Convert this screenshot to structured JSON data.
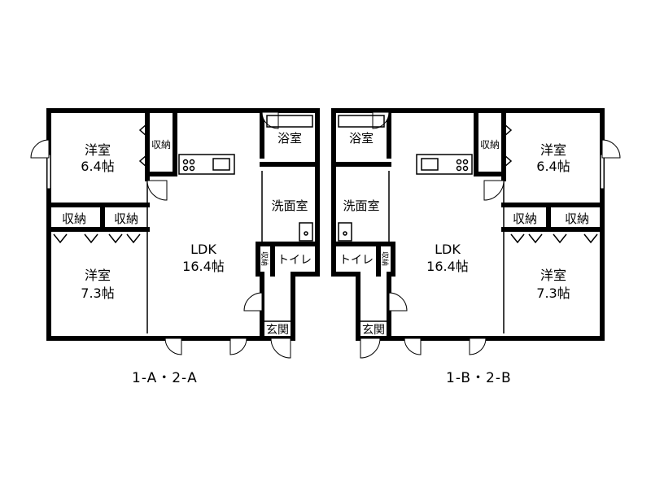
{
  "units": [
    {
      "caption": "1-A・2-A",
      "rooms": {
        "bed_top_name": "洋室",
        "bed_top_size": "6.4帖",
        "bed_bottom_name": "洋室",
        "bed_bottom_size": "7.3帖",
        "ldk_name": "LDK",
        "ldk_size": "16.4帖",
        "bath": "浴室",
        "washroom": "洗面室",
        "toilet": "トイレ",
        "entrance": "玄関",
        "closet_top": "収納",
        "closet_left": "収納",
        "closet_right": "収納",
        "closet_small": "収納"
      }
    },
    {
      "caption": "1-B・2-B",
      "rooms": {
        "bed_top_name": "洋室",
        "bed_top_size": "6.4帖",
        "bed_bottom_name": "洋室",
        "bed_bottom_size": "7.3帖",
        "ldk_name": "LDK",
        "ldk_size": "16.4帖",
        "bath": "浴室",
        "washroom": "洗面室",
        "toilet": "トイレ",
        "entrance": "玄関",
        "closet_top": "収納",
        "closet_left": "収納",
        "closet_right": "収納",
        "closet_small": "収納"
      }
    }
  ]
}
